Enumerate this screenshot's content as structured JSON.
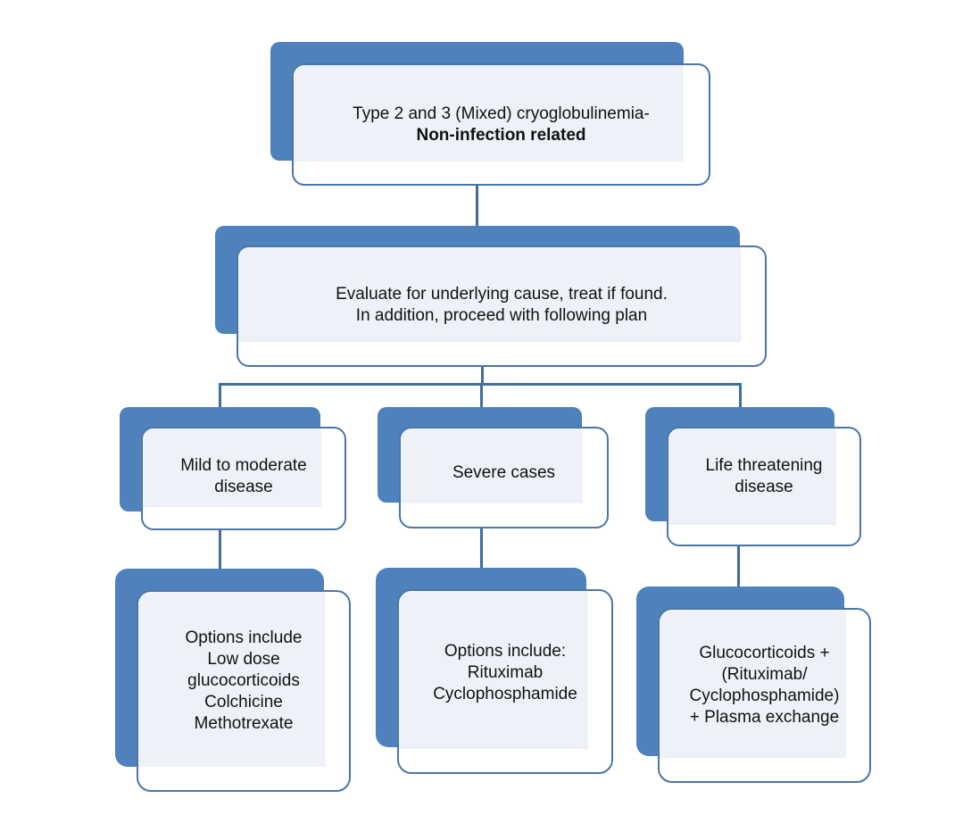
{
  "top": {
    "line1": "Type 2 and 3 (Mixed) cryoglobulinemia-",
    "line2": "Non-infection related"
  },
  "evaluate": {
    "line1": "Evaluate for underlying cause, treat if found.",
    "line2": "In addition, proceed with following plan"
  },
  "mild": {
    "line1": "Mild to moderate",
    "line2": "disease"
  },
  "severe": {
    "line1": "Severe cases"
  },
  "life": {
    "line1": "Life threatening",
    "line2": "disease"
  },
  "mild_options": {
    "line1": "Options include",
    "line2": "Low dose",
    "line3": "glucocorticoids",
    "line4": "Colchicine",
    "line5": "Methotrexate"
  },
  "severe_options": {
    "line1": "Options include:",
    "line2": "Rituximab",
    "line3": "Cyclophosphamide"
  },
  "life_options": {
    "line1": "Glucocorticoids +",
    "line2": "(Rituximab/",
    "line3": "Cyclophosphamide)",
    "line4": "+ Plasma exchange"
  },
  "colors": {
    "accent": "#4f81bd",
    "border": "#4a77a6",
    "tint": "#eef2f8"
  }
}
